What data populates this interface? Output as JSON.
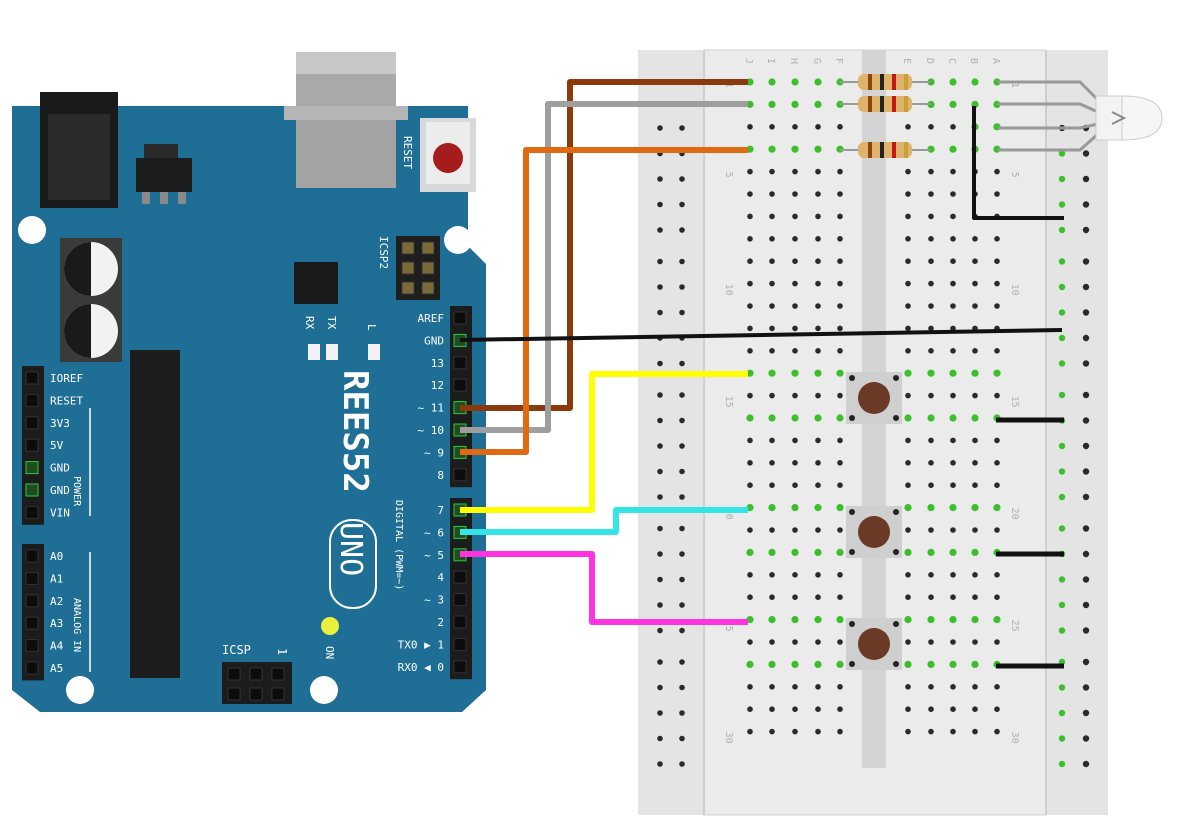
{
  "board": {
    "brand": "REES52",
    "model": "UNO",
    "reset_label": "RESET",
    "icsp2_label": "ICSP2",
    "icsp_label": "ICSP",
    "icsp_pin1": "1",
    "rx_label": "RX",
    "tx_label": "TX",
    "l_label": "L",
    "on_label": "ON",
    "digital_label": "DIGITAL (PWM=~)",
    "power_label": "POWER",
    "analog_label": "ANALOG IN",
    "header_digital_top": [
      "AREF",
      "GND",
      "13",
      "12",
      "~ 11",
      "~ 10",
      "~ 9",
      "8"
    ],
    "header_digital_bottom": [
      "7",
      "~ 6",
      "~ 5",
      "4",
      "~ 3",
      "2",
      "TX0 ▶ 1",
      "RX0 ◀ 0"
    ],
    "header_power": [
      "IOREF",
      "RESET",
      "3V3",
      "5V",
      "GND",
      "GND",
      "VIN"
    ],
    "header_analog": [
      "A0",
      "A1",
      "A2",
      "A3",
      "A4",
      "A5"
    ]
  },
  "breadboard": {
    "column_letters": [
      "J",
      "I",
      "H",
      "G",
      "F",
      "E",
      "D",
      "C",
      "B",
      "A"
    ],
    "row_numbers": [
      "1",
      "5",
      "10",
      "15",
      "20",
      "25",
      "30"
    ],
    "rows": 30
  },
  "components": {
    "resistors": 3,
    "buttons": 3,
    "rgb_led": 1
  },
  "wires": [
    {
      "from": "pin 11",
      "to": "J1",
      "color": "#8b3a0e"
    },
    {
      "from": "pin 10",
      "to": "J2",
      "color": "#9e9e9e"
    },
    {
      "from": "pin 9",
      "to": "J4",
      "color": "#e06a12"
    },
    {
      "from": "GND",
      "to": "ground rail",
      "color": "#111111"
    },
    {
      "from": "pin 7",
      "to": "J14",
      "color": "#ffff00"
    },
    {
      "from": "pin 6",
      "to": "J20",
      "color": "#33e5e5"
    },
    {
      "from": "pin 5",
      "to": "J25",
      "color": "#ff33e0"
    }
  ],
  "colors": {
    "board": "#1f6e96",
    "breadboard": "#e6e6e6",
    "hole_active": "#3bbf2b",
    "hole": "#2a2a2a"
  }
}
